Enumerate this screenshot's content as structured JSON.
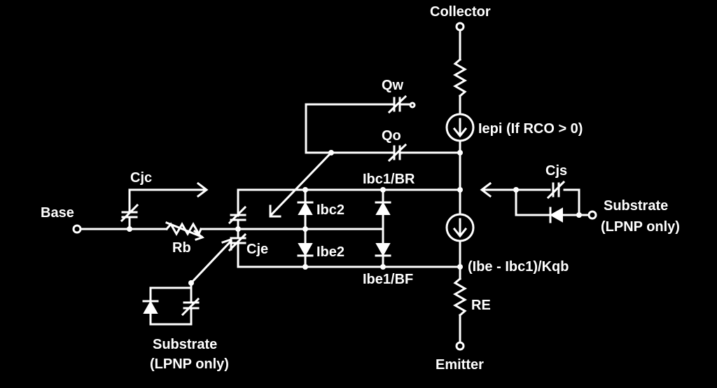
{
  "labels": {
    "collector": "Collector",
    "emitter": "Emitter",
    "base": "Base",
    "qw": "Qw",
    "qo": "Qo",
    "iepi": "Iepi (If RCO > 0)",
    "cjc": "Cjc",
    "ibc1_br": "Ibc1/BR",
    "ibc2": "Ibc2",
    "cje": "Cje",
    "ibe2": "Ibe2",
    "rb": "Rb",
    "ibe1_bf": "Ibe1/BF",
    "ibe_kqb": "(Ibe - Ibc1)/Kqb",
    "re": "RE",
    "cjs": "Cjs",
    "substrate_right_1": "Substrate",
    "substrate_right_2": "(LPNP only)",
    "substrate_left_1": "Substrate",
    "substrate_left_2": "(LPNP only)"
  }
}
